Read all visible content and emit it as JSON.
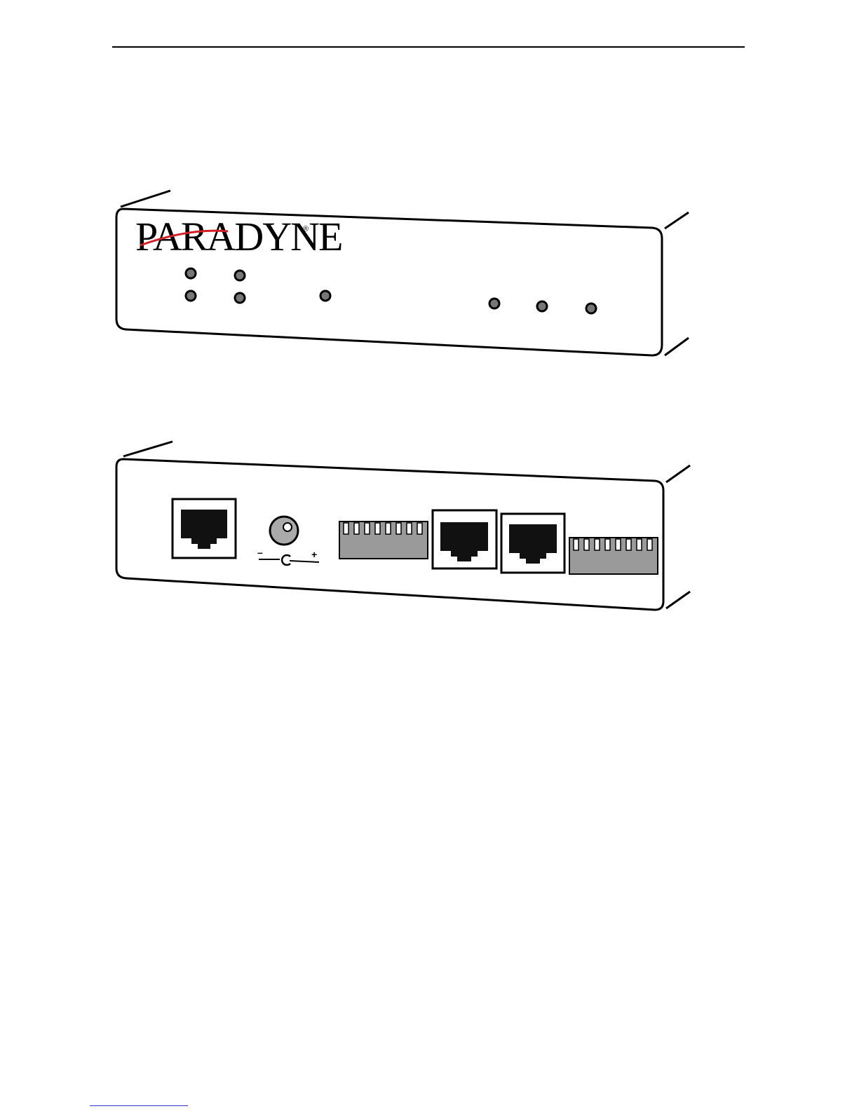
{
  "front_panel": {
    "brand": "PARADYNE",
    "brand_mark": "®",
    "led_count": 8
  },
  "rear_panel": {
    "power_jack_minus": "–",
    "power_jack_plus": "+",
    "rj_jack_count": 3,
    "terminal_block_count": 2
  },
  "colors": {
    "line": "#000000",
    "led_fill": "#777777",
    "terminal_fill": "#9a9a9a",
    "brand_swoosh": "#d21f26"
  }
}
